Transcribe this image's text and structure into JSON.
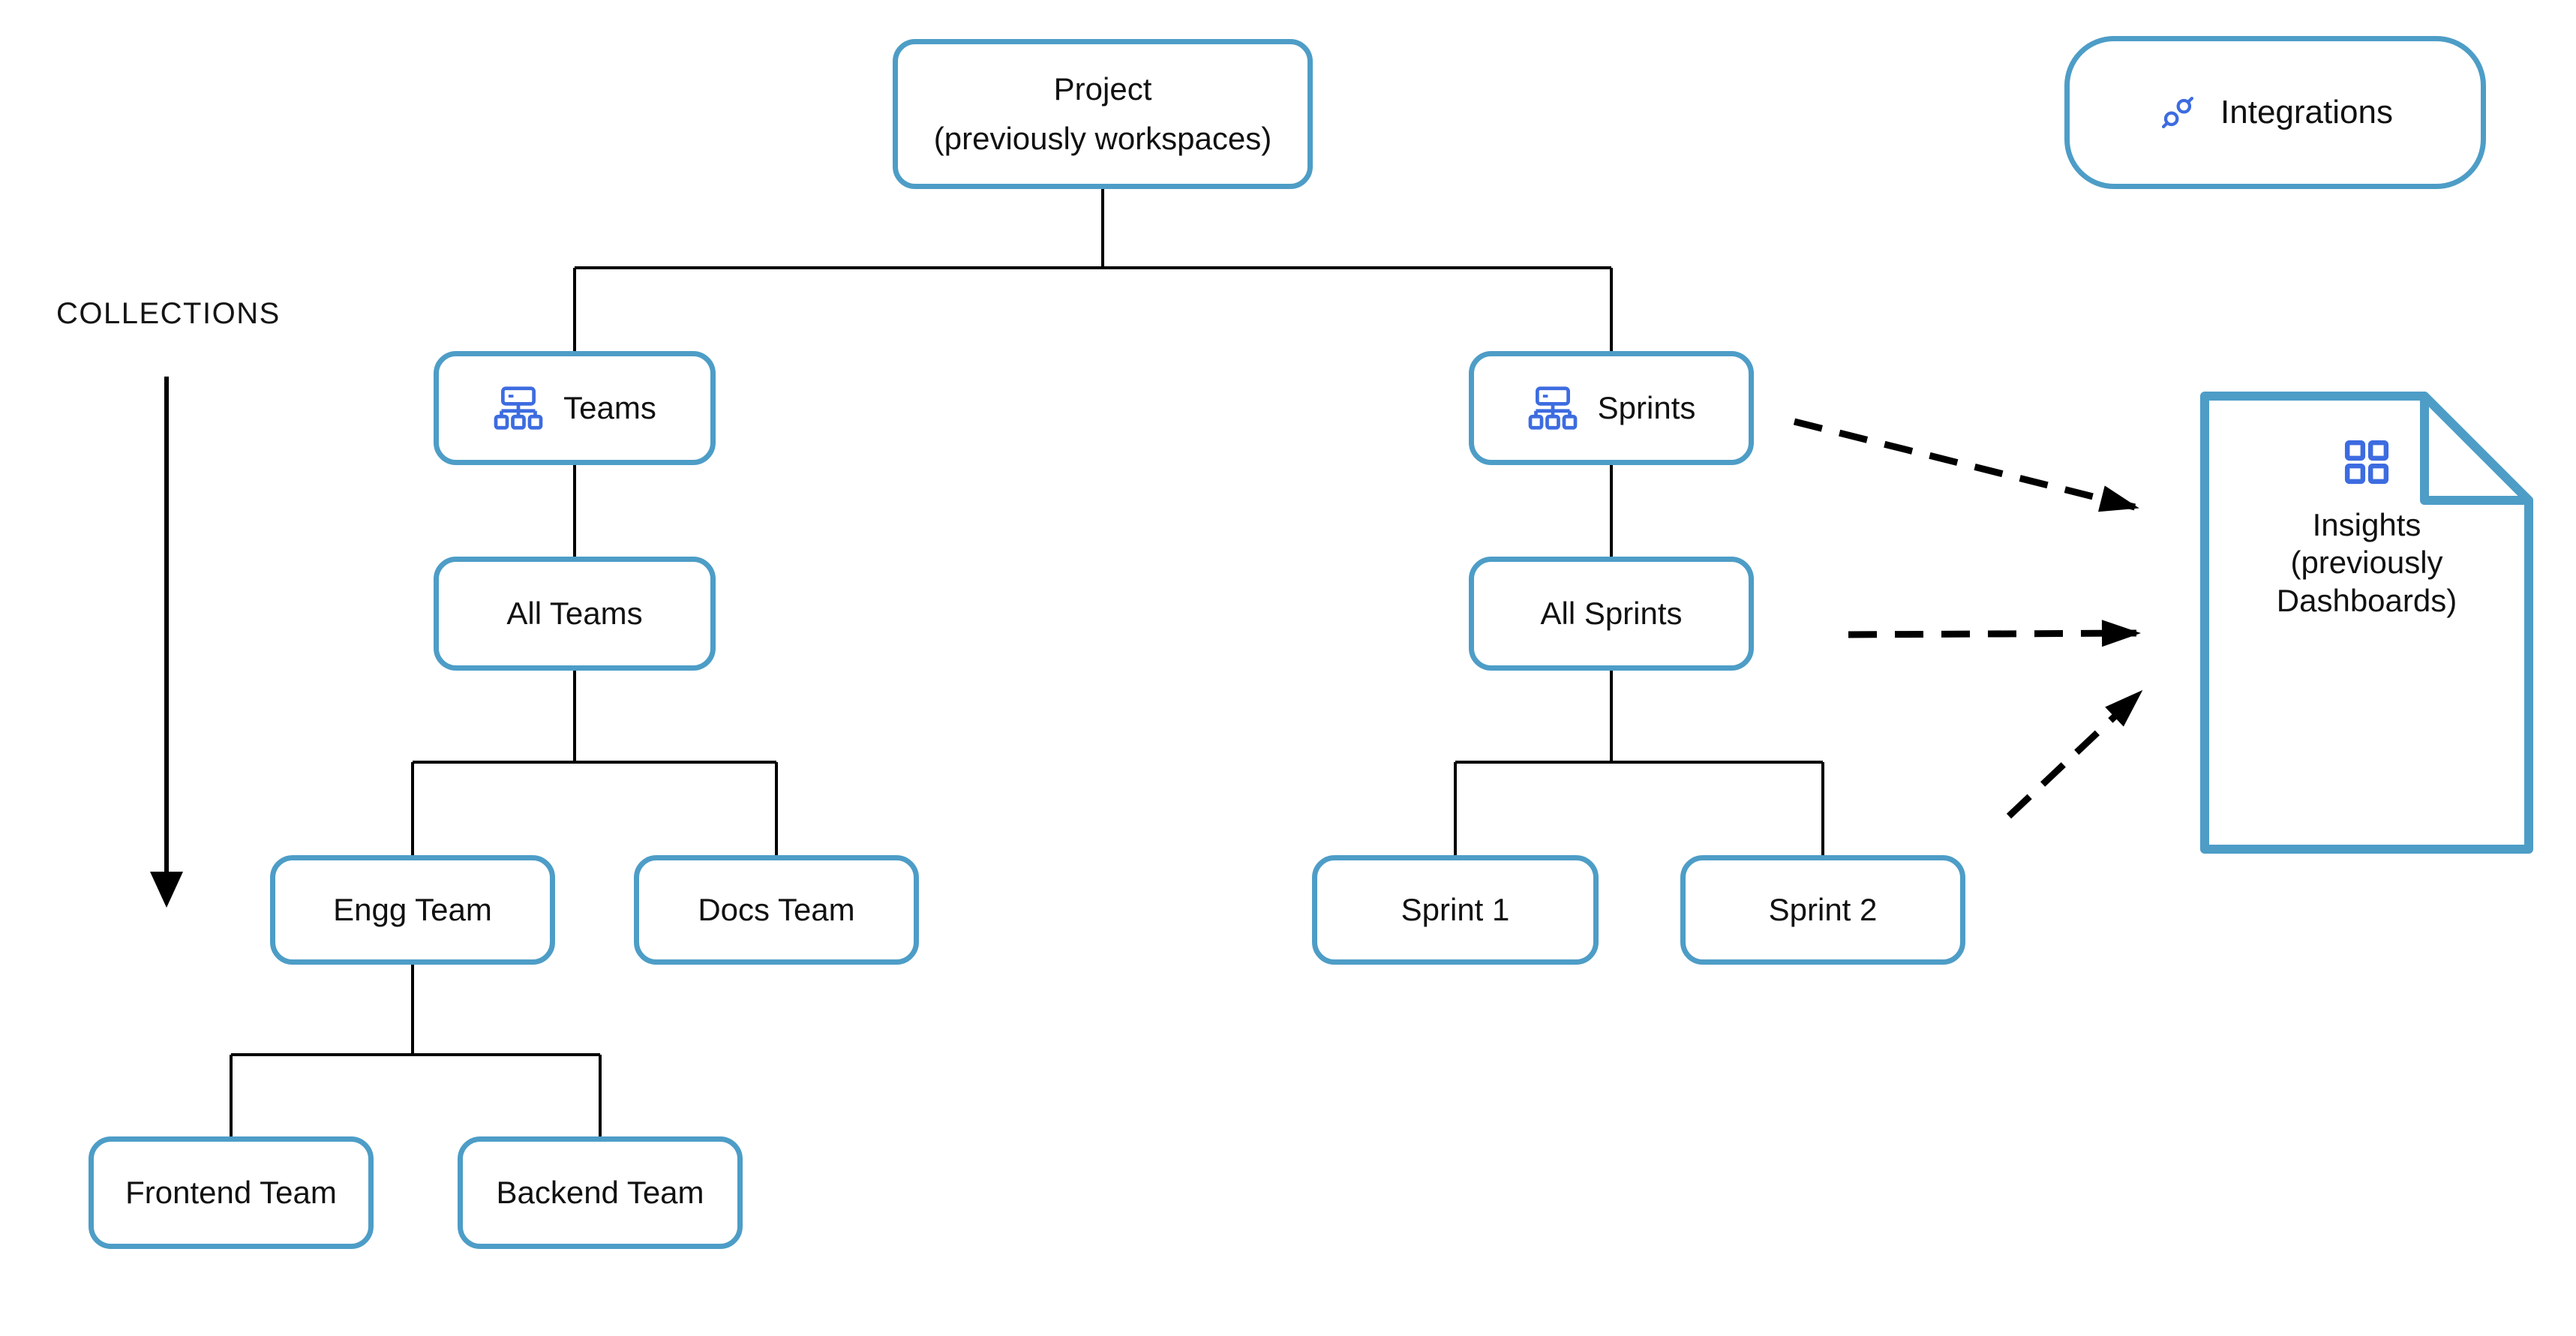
{
  "colors": {
    "box_border_blue": "#4d9dc7",
    "icon_blue": "#3d6ce0",
    "connector_black": "#000000",
    "text": "#111111"
  },
  "collections": {
    "label": "COLLECTIONS"
  },
  "integrations": {
    "label": "Integrations",
    "icon": "integration-link-icon"
  },
  "tree": {
    "project": {
      "line1": "Project",
      "line2": "(previously workspaces)"
    },
    "teams": {
      "label": "Teams",
      "icon": "org-chart-icon"
    },
    "all_teams": {
      "label": "All Teams"
    },
    "engg_team": {
      "label": "Engg Team"
    },
    "docs_team": {
      "label": "Docs Team"
    },
    "frontend_team": {
      "label": "Frontend Team"
    },
    "backend_team": {
      "label": "Backend Team"
    },
    "sprints": {
      "label": "Sprints",
      "icon": "org-chart-icon"
    },
    "all_sprints": {
      "label": "All Sprints"
    },
    "sprint_1": {
      "label": "Sprint 1"
    },
    "sprint_2": {
      "label": "Sprint 2"
    }
  },
  "insights": {
    "line1": "Insights",
    "line2": "(previously",
    "line3": "Dashboards)",
    "icon": "dashboard-grid-icon"
  }
}
